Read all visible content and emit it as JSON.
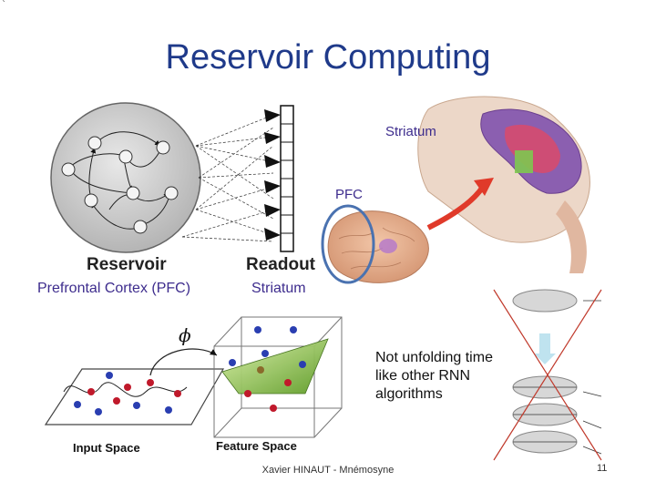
{
  "slide": {
    "corner_mark": "`",
    "title": "Reservoir Computing",
    "reservoir_label": "Reservoir",
    "readout_label": "Readout",
    "pfc_caption": "Prefrontal Cortex (PFC)",
    "striatum_caption": "Striatum",
    "brain_striatum_label": "Striatum",
    "brain_pfc_label": "PFC",
    "phi_symbol": "ϕ",
    "input_space_label": "Input Space",
    "feature_space_label": "Feature Space",
    "note_line1": "Not unfolding time",
    "note_line2": "like other RNN",
    "note_line3": "algorithms",
    "footer": "Xavier HINAUT - Mnémosyne",
    "page_number": "11"
  },
  "colors": {
    "title": "#1f3a8a",
    "label_purple": "#3d2c8d",
    "crossout_red": "#c0392b",
    "pfc_outline": "#4a72b0"
  }
}
